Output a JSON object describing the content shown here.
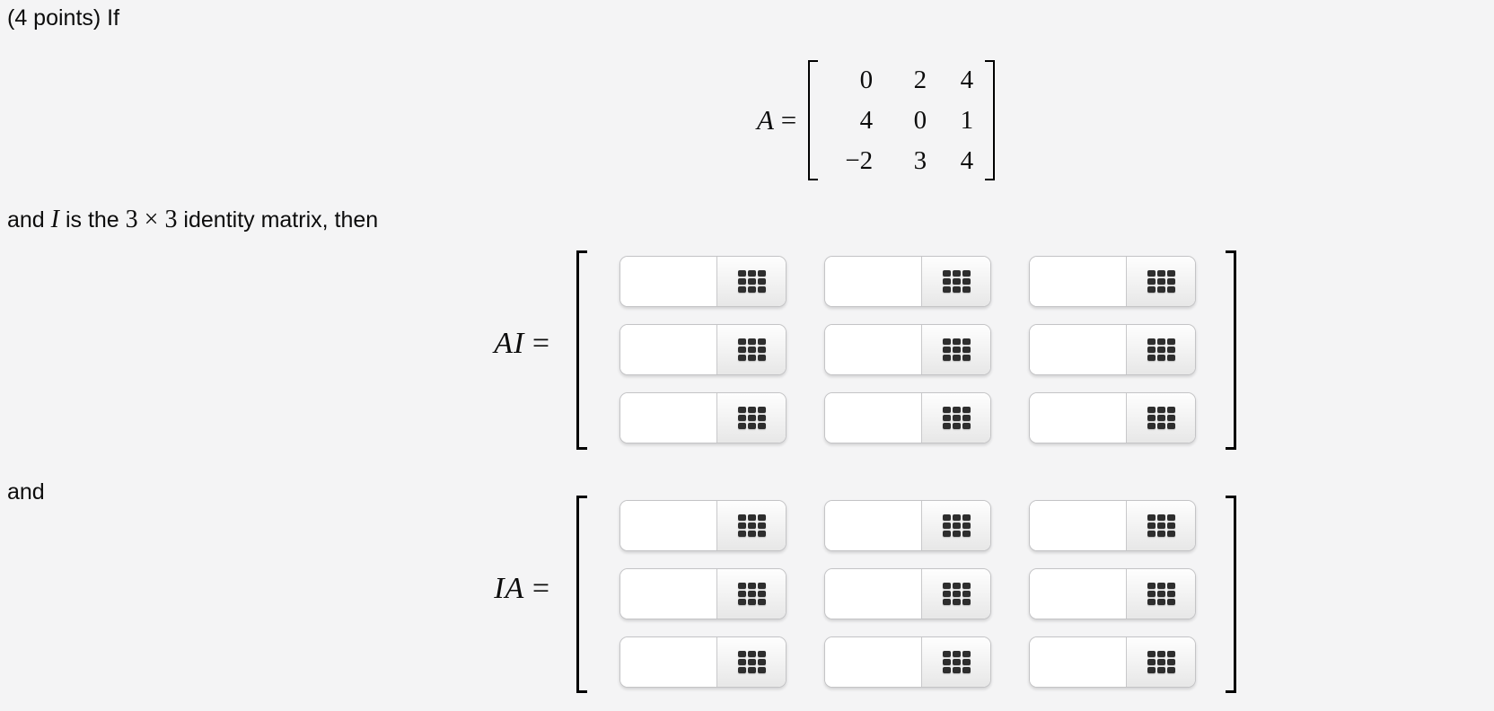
{
  "problem": {
    "line1": "(4 points) If",
    "line2": {
      "t1": "and",
      "var": "I",
      "t2": "is the",
      "dims": "3 × 3",
      "t3": "identity matrix, then"
    },
    "line3": "and"
  },
  "matrix_a": {
    "var": "A",
    "equals": "=",
    "rows": [
      [
        "0",
        "2",
        "4"
      ],
      [
        "4",
        "0",
        "1"
      ],
      [
        "−2",
        "3",
        "4"
      ]
    ]
  },
  "answers": {
    "ai": {
      "var": "AI",
      "equals": "=",
      "rows": 3,
      "cols": 3,
      "entries": [
        [
          "",
          "",
          ""
        ],
        [
          "",
          "",
          ""
        ],
        [
          "",
          "",
          ""
        ]
      ]
    },
    "ia": {
      "var": "IA",
      "equals": "=",
      "rows": 3,
      "cols": 3,
      "entries": [
        [
          "",
          "",
          ""
        ],
        [
          "",
          "",
          ""
        ],
        [
          "",
          "",
          ""
        ]
      ]
    }
  },
  "icons": {
    "matrix_palette": "grid-3x3"
  },
  "colors": {
    "page_bg": "#f4f4f5",
    "text": "#0c0c0c",
    "bracket": "#000000",
    "field_border": "#c4c4c6",
    "field_bg": "#ffffff",
    "button_gradient_top": "#fefefe",
    "button_gradient_bottom": "#e7e7e7",
    "icon_dark": "#2e2e2e"
  }
}
